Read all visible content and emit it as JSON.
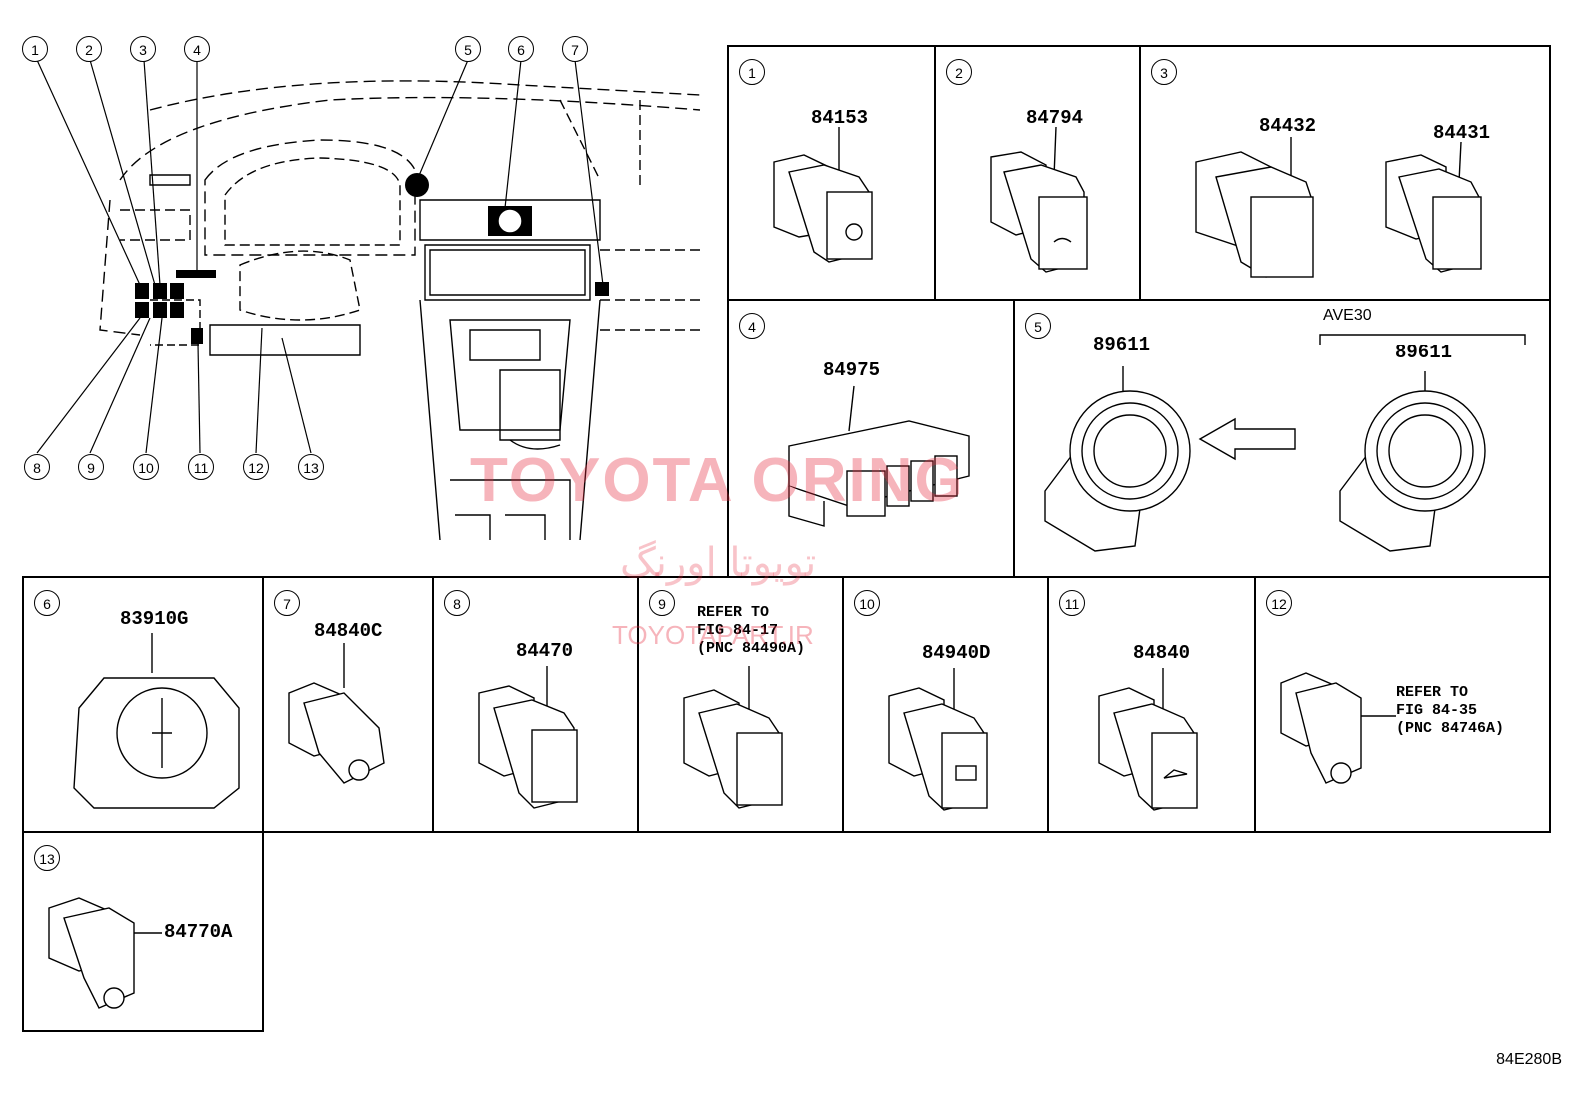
{
  "overview": {
    "callouts": [
      "1",
      "2",
      "3",
      "4",
      "5",
      "6",
      "7",
      "8",
      "9",
      "10",
      "11",
      "12",
      "13"
    ]
  },
  "parts": [
    {
      "index": "1",
      "part_numbers": [
        "84153"
      ],
      "icon": "auto-headlight-switch-icon"
    },
    {
      "index": "2",
      "part_numbers": [
        "84794"
      ],
      "icon": "rear-defogger-switch-icon"
    },
    {
      "index": "3",
      "part_numbers": [
        "84432",
        "84431"
      ],
      "icon": "asc-switch-icon"
    },
    {
      "index": "4",
      "part_numbers": [
        "84975"
      ],
      "icon": "trip-switch-assembly-icon"
    },
    {
      "index": "5",
      "part_numbers": [
        "89611",
        "89611"
      ],
      "variant_label": "AVE30",
      "icon": "start-stop-button-icon"
    },
    {
      "index": "6",
      "part_numbers": [
        "83910G"
      ],
      "icon": "clock-icon"
    },
    {
      "index": "7",
      "part_numbers": [
        "84840C"
      ],
      "icon": "courtesy-switch-icon"
    },
    {
      "index": "8",
      "part_numbers": [
        "84470"
      ],
      "icon": "bsm-switch-icon"
    },
    {
      "index": "9",
      "part_numbers": [],
      "note": "REFER TO\nFIG 84-17\n(PNC 84490A)",
      "icon": "parking-sensor-switch-icon"
    },
    {
      "index": "10",
      "part_numbers": [
        "84940D"
      ],
      "icon": "seat-switch-icon"
    },
    {
      "index": "11",
      "part_numbers": [
        "84840"
      ],
      "icon": "trunk-opener-switch-icon"
    },
    {
      "index": "12",
      "part_numbers": [],
      "note": "REFER TO\nFIG 84-35\n(PNC 84746A)",
      "icon": "courtesy-lamp-switch-icon"
    },
    {
      "index": "13",
      "part_numbers": [
        "84770A"
      ],
      "icon": "door-switch-icon"
    }
  ],
  "watermark": {
    "en": "TOYOTA ORING",
    "fa": "تویوتا اورنگ",
    "url": "TOYOTAPART.IR"
  },
  "figure_code": "84E280B"
}
